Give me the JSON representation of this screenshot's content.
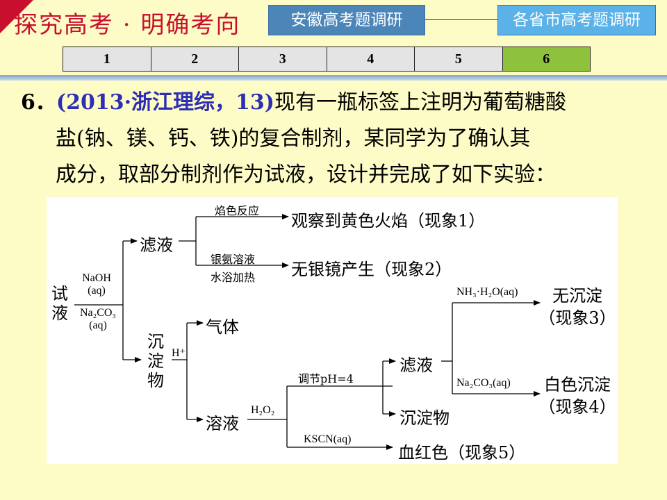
{
  "header": {
    "title": "探究高考 · 明确考向",
    "btn_anhui": "安徽高考题调研",
    "btn_provinces": "各省市高考题调研"
  },
  "tabs": [
    "1",
    "2",
    "3",
    "4",
    "5",
    "6"
  ],
  "active_tab": "6",
  "question": {
    "number": "6．",
    "source": "(2013·浙江理综，13)",
    "line1": "现有一瓶标签上注明为葡萄糖酸",
    "line2": "盐(钠、镁、钙、铁)的复合制剂，某同学为了确认其",
    "line3": "成分，取部分制剂作为试液，设计并完成了如下实验："
  },
  "diagram": {
    "test_solution": "试液",
    "reagent_naoh_1": "NaOH",
    "reagent_naoh_2": "(aq)",
    "reagent_na2co3_1": "Na₂CO₃",
    "reagent_na2co3_2": "(aq)",
    "filtrate1": "滤液",
    "flame_test": "焰色反应",
    "result1": "观察到黄色火焰（现象1）",
    "silver_ammonia": "银氨溶液",
    "water_bath": "水浴加热",
    "result2": "无银镜产生（现象2）",
    "precipitate1": "沉淀物",
    "h_plus": "H⁺",
    "gas": "气体",
    "solution": "溶液",
    "h2o2": "H₂O₂",
    "adjust_ph": "调节pH=4",
    "filtrate2": "滤液",
    "nh3_reagent": "NH₃·H₂O(aq)",
    "result3_line1": "无沉淀",
    "result3_line2": "（现象3）",
    "na2co3_reagent": "Na₂CO₃(aq)",
    "result4_line1": "白色沉淀",
    "result4_line2": "（现象4）",
    "precipitate2": "沉淀物",
    "kscn": "KSCN(aq)",
    "result5": "血红色（现象5）"
  }
}
